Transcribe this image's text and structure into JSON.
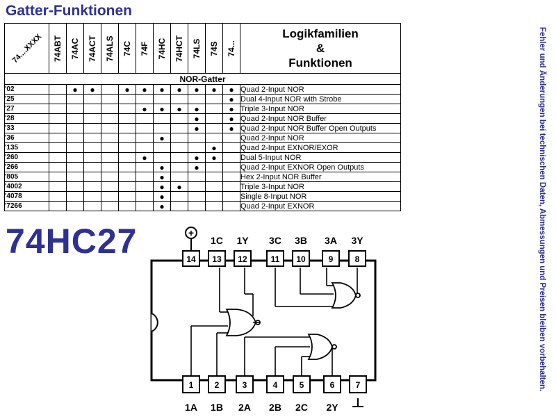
{
  "title": "Gatter-Funktionen",
  "side_note": "Fehler und Änderungen bei technischen Daten, Abmessungen und Preisen bleiben vorbehalten.",
  "table": {
    "corner_label": "74....XXXX",
    "family_header": [
      "Logikfamilien",
      "&",
      "Funktionen"
    ],
    "columns": [
      "74ABT",
      "74AC",
      "74ACT",
      "74ALS",
      "74C",
      "74F",
      "74HC",
      "74HCT",
      "74LS",
      "74S",
      "74..."
    ],
    "section": "NOR-Gatter",
    "dot_symbol": "●",
    "rows": [
      {
        "num": "'02",
        "marks": [
          0,
          1,
          1,
          0,
          1,
          1,
          1,
          1,
          1,
          1,
          1
        ],
        "desc": "Quad 2-Input NOR"
      },
      {
        "num": "'25",
        "marks": [
          0,
          0,
          0,
          0,
          0,
          0,
          0,
          0,
          0,
          0,
          1
        ],
        "desc": "Dual 4-Input NOR with Strobe"
      },
      {
        "num": "'27",
        "marks": [
          0,
          0,
          0,
          0,
          0,
          1,
          1,
          1,
          1,
          0,
          1
        ],
        "desc": "Triple 3-Input NOR"
      },
      {
        "num": "'28",
        "marks": [
          0,
          0,
          0,
          0,
          0,
          0,
          0,
          0,
          1,
          0,
          1
        ],
        "desc": "Quad 2-Input NOR Buffer"
      },
      {
        "num": "'33",
        "marks": [
          0,
          0,
          0,
          0,
          0,
          0,
          0,
          0,
          1,
          0,
          1
        ],
        "desc": "Quad 2-Input NOR Buffer Open Outputs"
      },
      {
        "num": "'36",
        "marks": [
          0,
          0,
          0,
          0,
          0,
          0,
          1,
          0,
          0,
          0,
          0
        ],
        "desc": "Quad 2-Input NOR"
      },
      {
        "num": "'135",
        "marks": [
          0,
          0,
          0,
          0,
          0,
          0,
          0,
          0,
          0,
          1,
          0
        ],
        "desc": "Quad 2-Input EXNOR/EXOR"
      },
      {
        "num": "'260",
        "marks": [
          0,
          0,
          0,
          0,
          0,
          1,
          0,
          0,
          1,
          1,
          0
        ],
        "desc": "Dual 5-Input NOR"
      },
      {
        "num": "'266",
        "marks": [
          0,
          0,
          0,
          0,
          0,
          0,
          1,
          0,
          1,
          0,
          0
        ],
        "desc": "Quad 2-Input EXNOR Open Outputs"
      },
      {
        "num": "'805",
        "marks": [
          0,
          0,
          0,
          0,
          0,
          0,
          1,
          0,
          0,
          0,
          0
        ],
        "desc": "Hex 2-Input NOR Buffer"
      },
      {
        "num": "'4002",
        "marks": [
          0,
          0,
          0,
          0,
          0,
          0,
          1,
          1,
          0,
          0,
          0
        ],
        "desc": "Triple 3-Input NOR"
      },
      {
        "num": "'4078",
        "marks": [
          0,
          0,
          0,
          0,
          0,
          0,
          1,
          0,
          0,
          0,
          0
        ],
        "desc": "Single 8-Input NOR"
      },
      {
        "num": "'7266",
        "marks": [
          0,
          0,
          0,
          0,
          0,
          0,
          1,
          0,
          0,
          0,
          0
        ],
        "desc": "Quad 2-Input EXNOR"
      }
    ]
  },
  "chip": {
    "name": "74HC27",
    "top_labels": [
      "",
      "1C",
      "1Y",
      "3C",
      "3B",
      "3A",
      "3Y"
    ],
    "top_pins": [
      "14",
      "13",
      "12",
      "11",
      "10",
      "9",
      "8"
    ],
    "bottom_labels": [
      "1A",
      "1B",
      "2A",
      "2B",
      "2C",
      "2Y",
      ""
    ],
    "bottom_pins": [
      "1",
      "2",
      "3",
      "4",
      "5",
      "6",
      "7"
    ],
    "vcc_symbol": "+"
  }
}
